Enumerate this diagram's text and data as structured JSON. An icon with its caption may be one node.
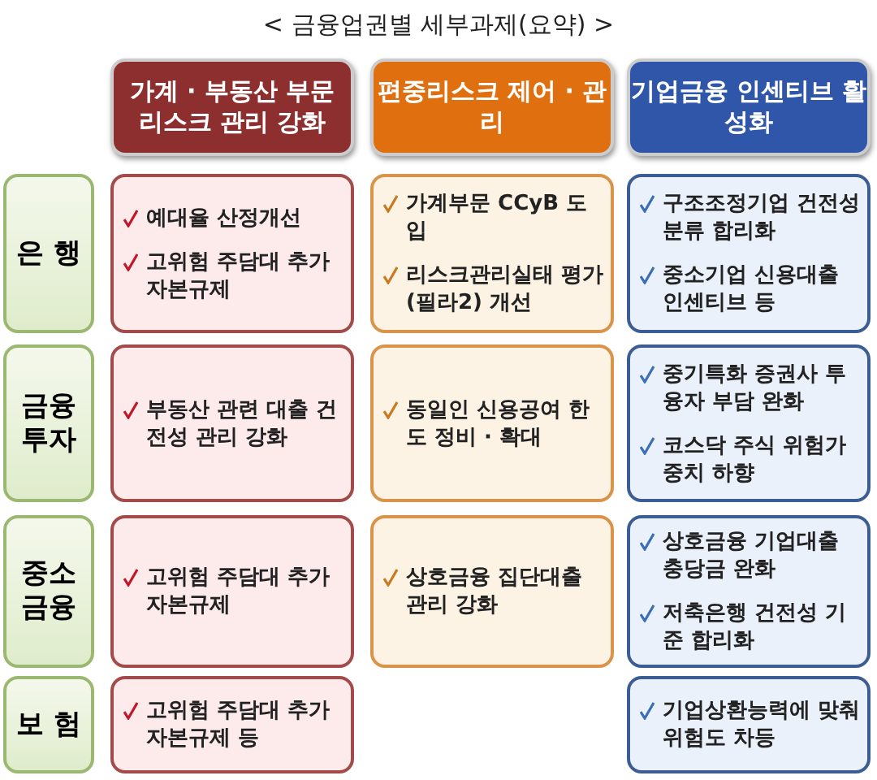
{
  "diagram": {
    "title": "< 금융업권별 세부과제(요약) >",
    "nodes": [
      {
        "text": [
          "가계 · 부동산 부문 리스크 관리 강화"
        ]
      },
      {
        "text": [
          "편중리스크 제어 · 관리"
        ]
      },
      {
        "text": [
          "기업금융 인센티브 활성화"
        ]
      },
      {
        "text": [
          "은 행"
        ]
      },
      {
        "text": [
          "예대율 산정개선",
          "고위험 주담대 추가 자본규제"
        ]
      },
      {
        "text": [
          "가계부문 CCyB 도입",
          "리스크관리실태 평가(필라2) 개선"
        ]
      },
      {
        "text": [
          "구조조정기업 건전성분류 합리화",
          "중소기업 신용대출 인센티브 등"
        ]
      },
      {
        "text": [
          "금융 투자"
        ]
      },
      {
        "text": [
          "부동산 관련 대출 건전성 관리 강화"
        ]
      },
      {
        "text": [
          "동일인 신용공여 한도 정비 · 확대"
        ]
      },
      {
        "text": [
          "중기특화 증권사 투융자 부담 완화",
          "코스닥 주식 위험가중치 하향"
        ]
      },
      {
        "text": [
          "중소 금융"
        ]
      },
      {
        "text": [
          "고위험 주담대 추가 자본규제"
        ]
      },
      {
        "text": [
          "상호금융 집단대출 관리 강화"
        ]
      },
      {
        "text": [
          "상호금융 기업대출 충당금 완화",
          "저축은행 건전성 기준 합리화"
        ]
      },
      {
        "text": [
          "보 험"
        ]
      },
      {
        "text": [
          "고위험 주담대 추가 자본규제 등"
        ]
      },
      {
        "text": [
          "기업상환능력에 맞춰 위험도 차등"
        ]
      }
    ]
  }
}
